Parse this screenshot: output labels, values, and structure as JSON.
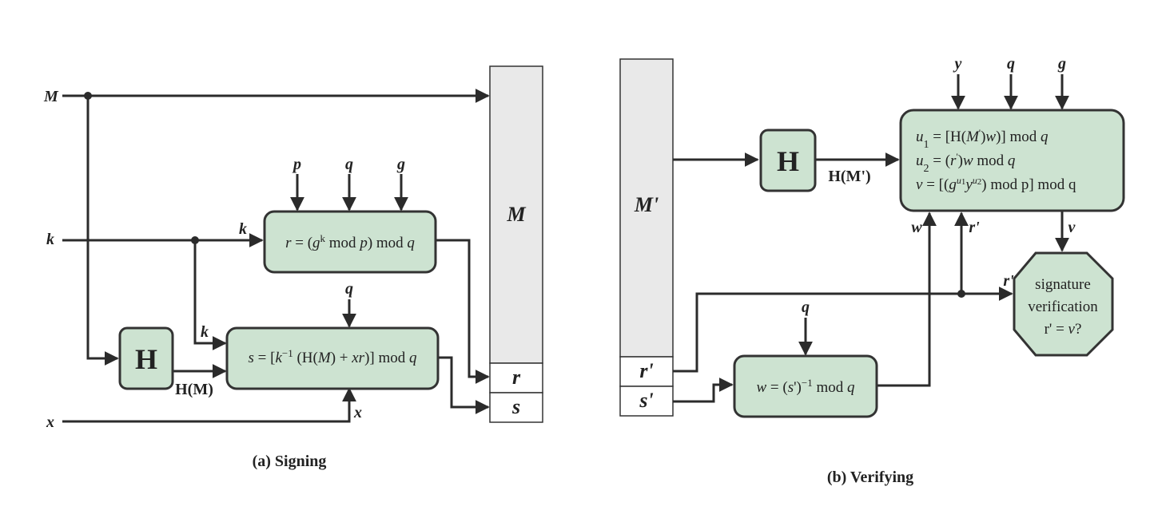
{
  "signing": {
    "caption": "(a) Signing",
    "inputs": {
      "M": "M",
      "k": "k",
      "x": "x"
    },
    "params_r": {
      "p": "p",
      "q": "q",
      "g": "g"
    },
    "param_s_q": "q",
    "hash_label": "H",
    "hash_out": "H(M)",
    "wire_k1": "k",
    "wire_k2": "k",
    "wire_x": "x",
    "r_eq": "r = (g^k mod p) mod q",
    "s_eq": "s = [k^-1 (H(M) + xr)] mod q",
    "msg_block": "M",
    "out_r": "r",
    "out_s": "s"
  },
  "verifying": {
    "caption": "(b) Verifying",
    "msg_block": "M'",
    "in_r": "r'",
    "in_s": "s'",
    "hash_label": "H",
    "hash_out": "H(M')",
    "params": {
      "y": "y",
      "q": "q",
      "g": "g"
    },
    "u1_eq": "u1 = [H(M')w)] mod q",
    "u2_eq": "u2 = (r')w mod q",
    "v_eq": "v = [(g^u1 y^u2) mod p] mod q",
    "w_q": "q",
    "w_eq": "w = (s')^-1 mod q",
    "wire_w": "w",
    "wire_r1": "r'",
    "wire_r2": "r'",
    "wire_v": "v",
    "verify_line1": "signature",
    "verify_line2": "verification",
    "verify_line3": "r' = v?"
  },
  "colors": {
    "box_fill": "#cde3d1",
    "block_fill": "#e9e9e9",
    "line": "#2b2b2b"
  }
}
